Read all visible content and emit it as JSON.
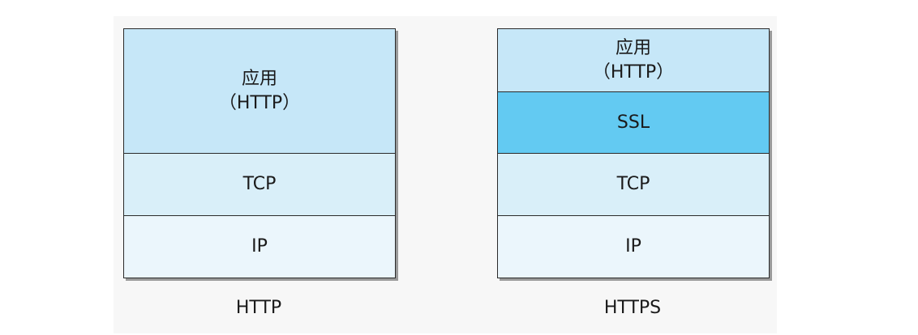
{
  "colors": {
    "application_layer": "#c6e7f8",
    "ssl_layer": "#63caf2",
    "tcp_layer": "#d9eff9",
    "ip_layer": "#ebf6fc",
    "border": "#2a2a2a"
  },
  "http_stack": {
    "layers": {
      "application": {
        "line1": "应用",
        "line2": "（HTTP）"
      },
      "tcp": "TCP",
      "ip": "IP"
    },
    "caption": "HTTP"
  },
  "https_stack": {
    "layers": {
      "application": {
        "line1": "应用",
        "line2": "（HTTP）"
      },
      "ssl": "SSL",
      "tcp": "TCP",
      "ip": "IP"
    },
    "caption": "HTTPS"
  }
}
